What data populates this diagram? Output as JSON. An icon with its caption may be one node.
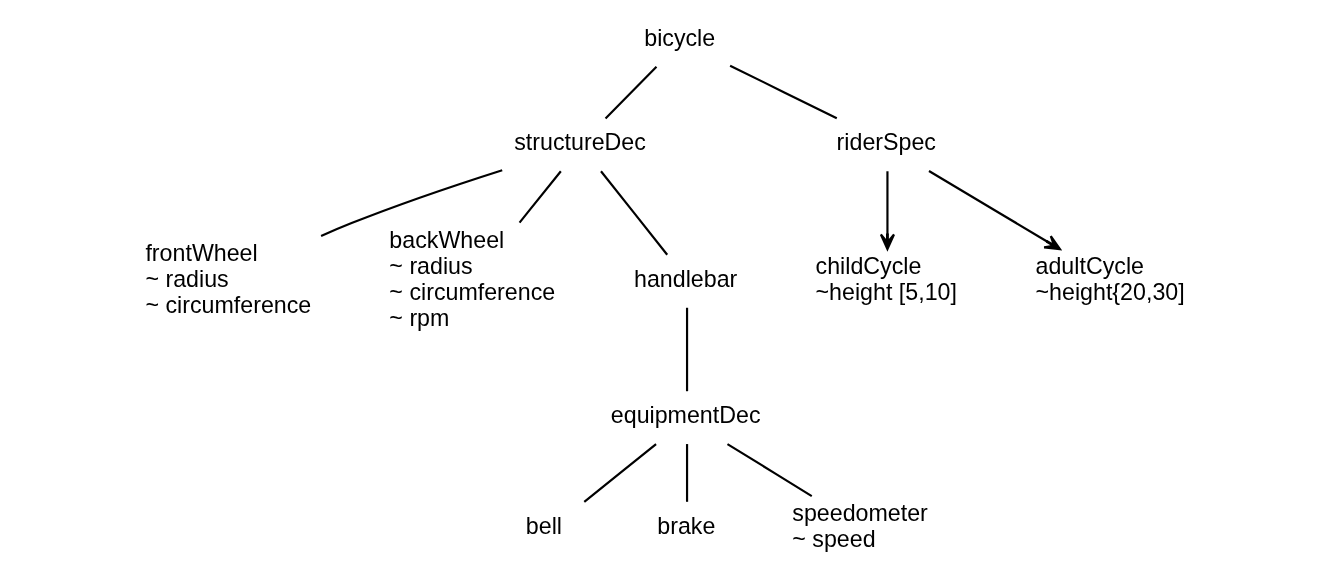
{
  "diagram": {
    "nodes": [
      {
        "text": [
          "bicycle"
        ]
      },
      {
        "text": [
          "structureDec"
        ]
      },
      {
        "text": [
          "riderSpec"
        ]
      },
      {
        "text": [
          "frontWheel",
          "~ radius",
          "~ circumference"
        ]
      },
      {
        "text": [
          "backWheel",
          "~ radius",
          "~ circumference",
          "~ rpm"
        ]
      },
      {
        "text": [
          "handlebar"
        ]
      },
      {
        "text": [
          "equipmentDec"
        ]
      },
      {
        "text": [
          "bell"
        ]
      },
      {
        "text": [
          "brake"
        ]
      },
      {
        "text": [
          "speedometer",
          "~ speed"
        ]
      },
      {
        "text": [
          "childCycle",
          "~height [5,10]"
        ]
      },
      {
        "text": [
          "adultCycle",
          "~height{20,30]"
        ]
      }
    ],
    "edges": [
      {
        "from": 0,
        "to": 1,
        "arrow": "none"
      },
      {
        "from": 0,
        "to": 2,
        "arrow": "none"
      },
      {
        "from": 1,
        "to": 3,
        "arrow": "none"
      },
      {
        "from": 1,
        "to": 4,
        "arrow": "none"
      },
      {
        "from": 1,
        "to": 5,
        "arrow": "none"
      },
      {
        "from": 5,
        "to": 6,
        "arrow": "none"
      },
      {
        "from": 6,
        "to": 7,
        "arrow": "none"
      },
      {
        "from": 6,
        "to": 8,
        "arrow": "none"
      },
      {
        "from": 6,
        "to": 9,
        "arrow": "none"
      },
      {
        "from": 2,
        "to": 10,
        "arrow": "to"
      },
      {
        "from": 2,
        "to": 11,
        "arrow": "to"
      }
    ]
  }
}
